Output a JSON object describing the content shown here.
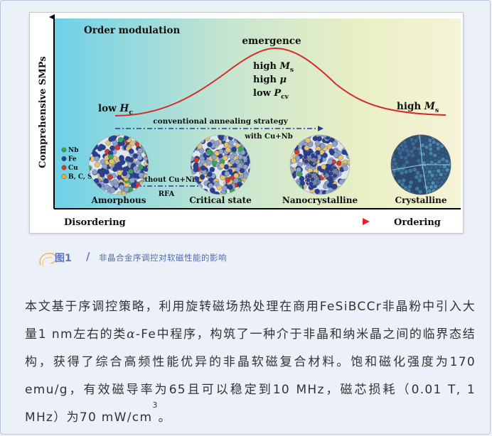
{
  "figure": {
    "header": "Order modulation",
    "y_axis_label": "Comprehensive SMPs",
    "peak_label": "emergence",
    "peak_properties": [
      {
        "text": "high ",
        "sym": "M",
        "sub": "s"
      },
      {
        "text": "high ",
        "sym": "μ",
        "sub": ""
      },
      {
        "text": "low ",
        "sym": "P",
        "sub": "cv"
      }
    ],
    "left_label": {
      "text": "low ",
      "sym": "H",
      "sub": "c"
    },
    "right_label": {
      "text": "high ",
      "sym": "M",
      "sub": "s"
    },
    "strategy_top": "conventional annealing strategy",
    "strategy_top_sub": "with Cu+Nb",
    "strategy_bottom": "without Cu+Nb",
    "strategy_bottom_sub": "RFA",
    "legend": [
      {
        "label": "Nb",
        "color": "#3aa655"
      },
      {
        "label": "Fe",
        "color": "#2a3f8f"
      },
      {
        "label": "Cu",
        "color": "#d23a2a"
      },
      {
        "label": "B, C, Si",
        "color": "#e8b020"
      }
    ],
    "states": [
      "Amorphous",
      "Critical state",
      "Nanocrystalline",
      "Crystalline"
    ],
    "x_left": "Disordering",
    "x_right": "Ordering"
  },
  "caption": {
    "label": "图1",
    "text": "非晶合金序调控对软磁性能的影响"
  },
  "body": {
    "part1": "本文基于序调控策略，利用旋转磁场热处理在商用FeSiBCCr非晶粉中引入大量1 nm左右的类",
    "alpha": "α",
    "part2": "-Fe中程序，构筑了一种介于非晶和纳米晶之间的临界态结构，获得了综合高频性能优异的非晶软磁复合材料。饱和磁化强度为170 emu/g，有效磁导率为65且可以稳定到10 MHz，磁芯损耗（0.01 T, 1 MHz）为70 mW/cm",
    "sup": "3",
    "part3": "。"
  }
}
